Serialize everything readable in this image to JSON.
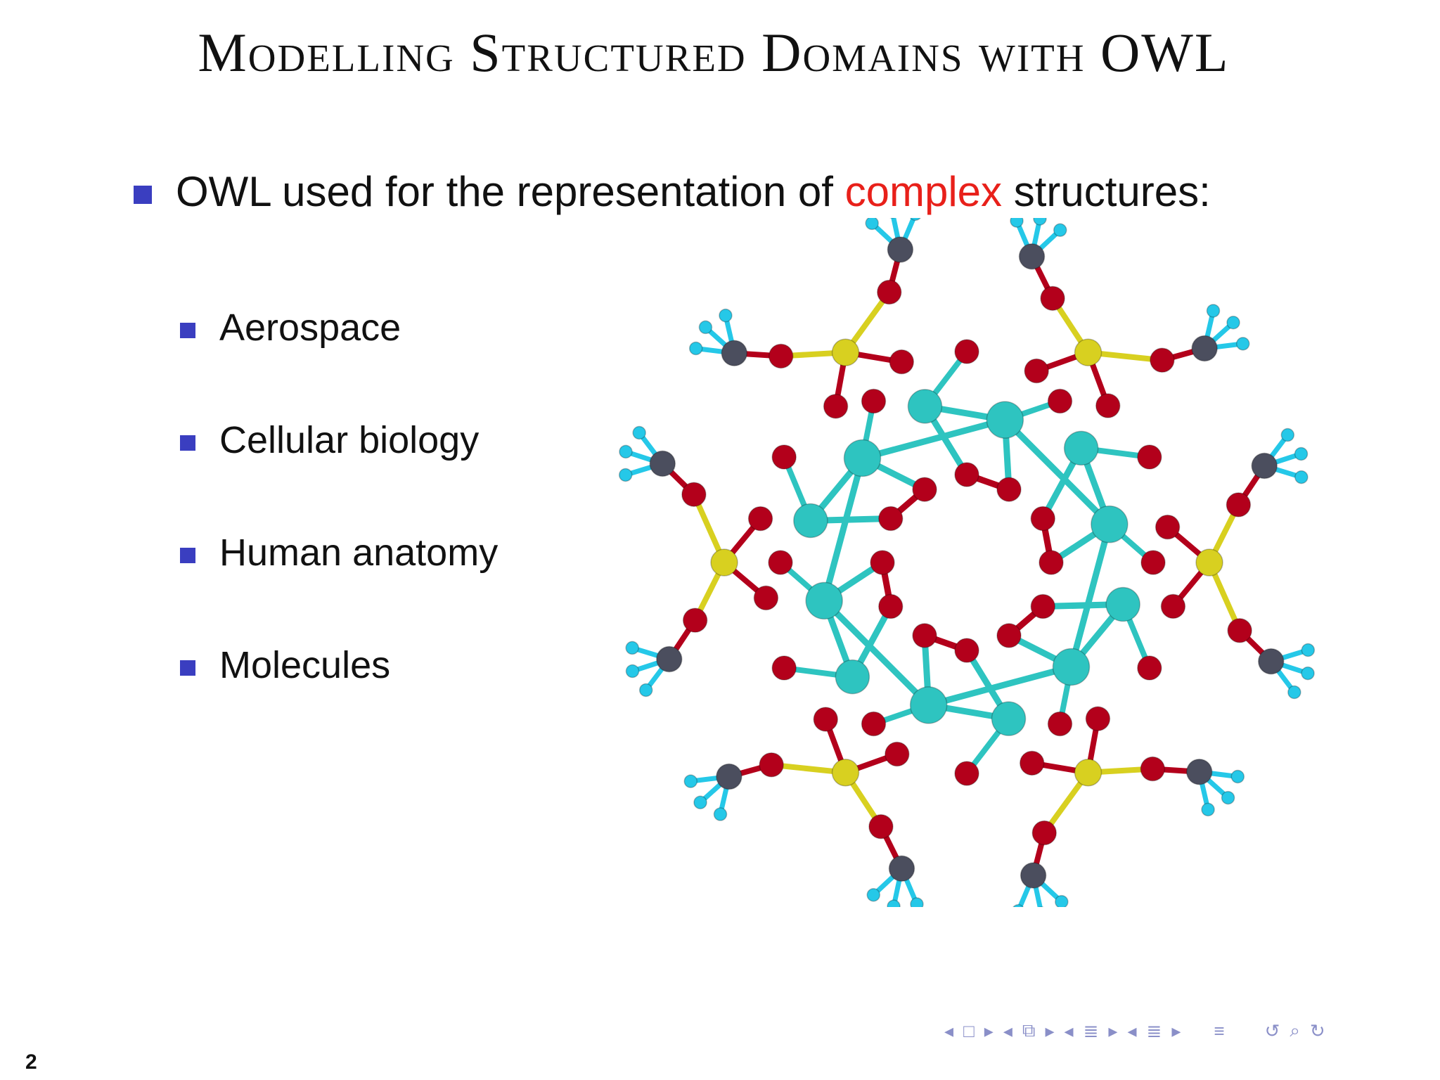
{
  "slide": {
    "title": "Modelling Structured Domains with OWL",
    "main_bullet": {
      "prefix": "OWL used for the representation of ",
      "highlight": "complex",
      "suffix": " structures:"
    },
    "sub_bullets": [
      {
        "label": "Aerospace"
      },
      {
        "label": "Cellular biology"
      },
      {
        "label": "Human anatomy"
      },
      {
        "label": "Molecules"
      }
    ],
    "page_number": "2"
  },
  "colors": {
    "bullet": "#3a3ec0",
    "highlight": "#e8201a",
    "atom_teal": "#2ec4c0",
    "atom_red": "#b3001b",
    "atom_yellow": "#d8d020",
    "atom_gray": "#4b4e5e",
    "atom_cyan": "#25c8e8",
    "nav": "#8a8fc8"
  },
  "nav_icons": [
    "arrow-left-icon",
    "frame-icon",
    "arrow-right-icon",
    "arrow-left-icon",
    "subsection-icon",
    "arrow-right-icon",
    "arrow-left-icon",
    "section-icon",
    "arrow-right-icon",
    "arrow-left-icon",
    "toc-icon",
    "arrow-right-icon",
    "align-icon",
    "undo-icon",
    "search-icon",
    "redo-icon"
  ]
}
